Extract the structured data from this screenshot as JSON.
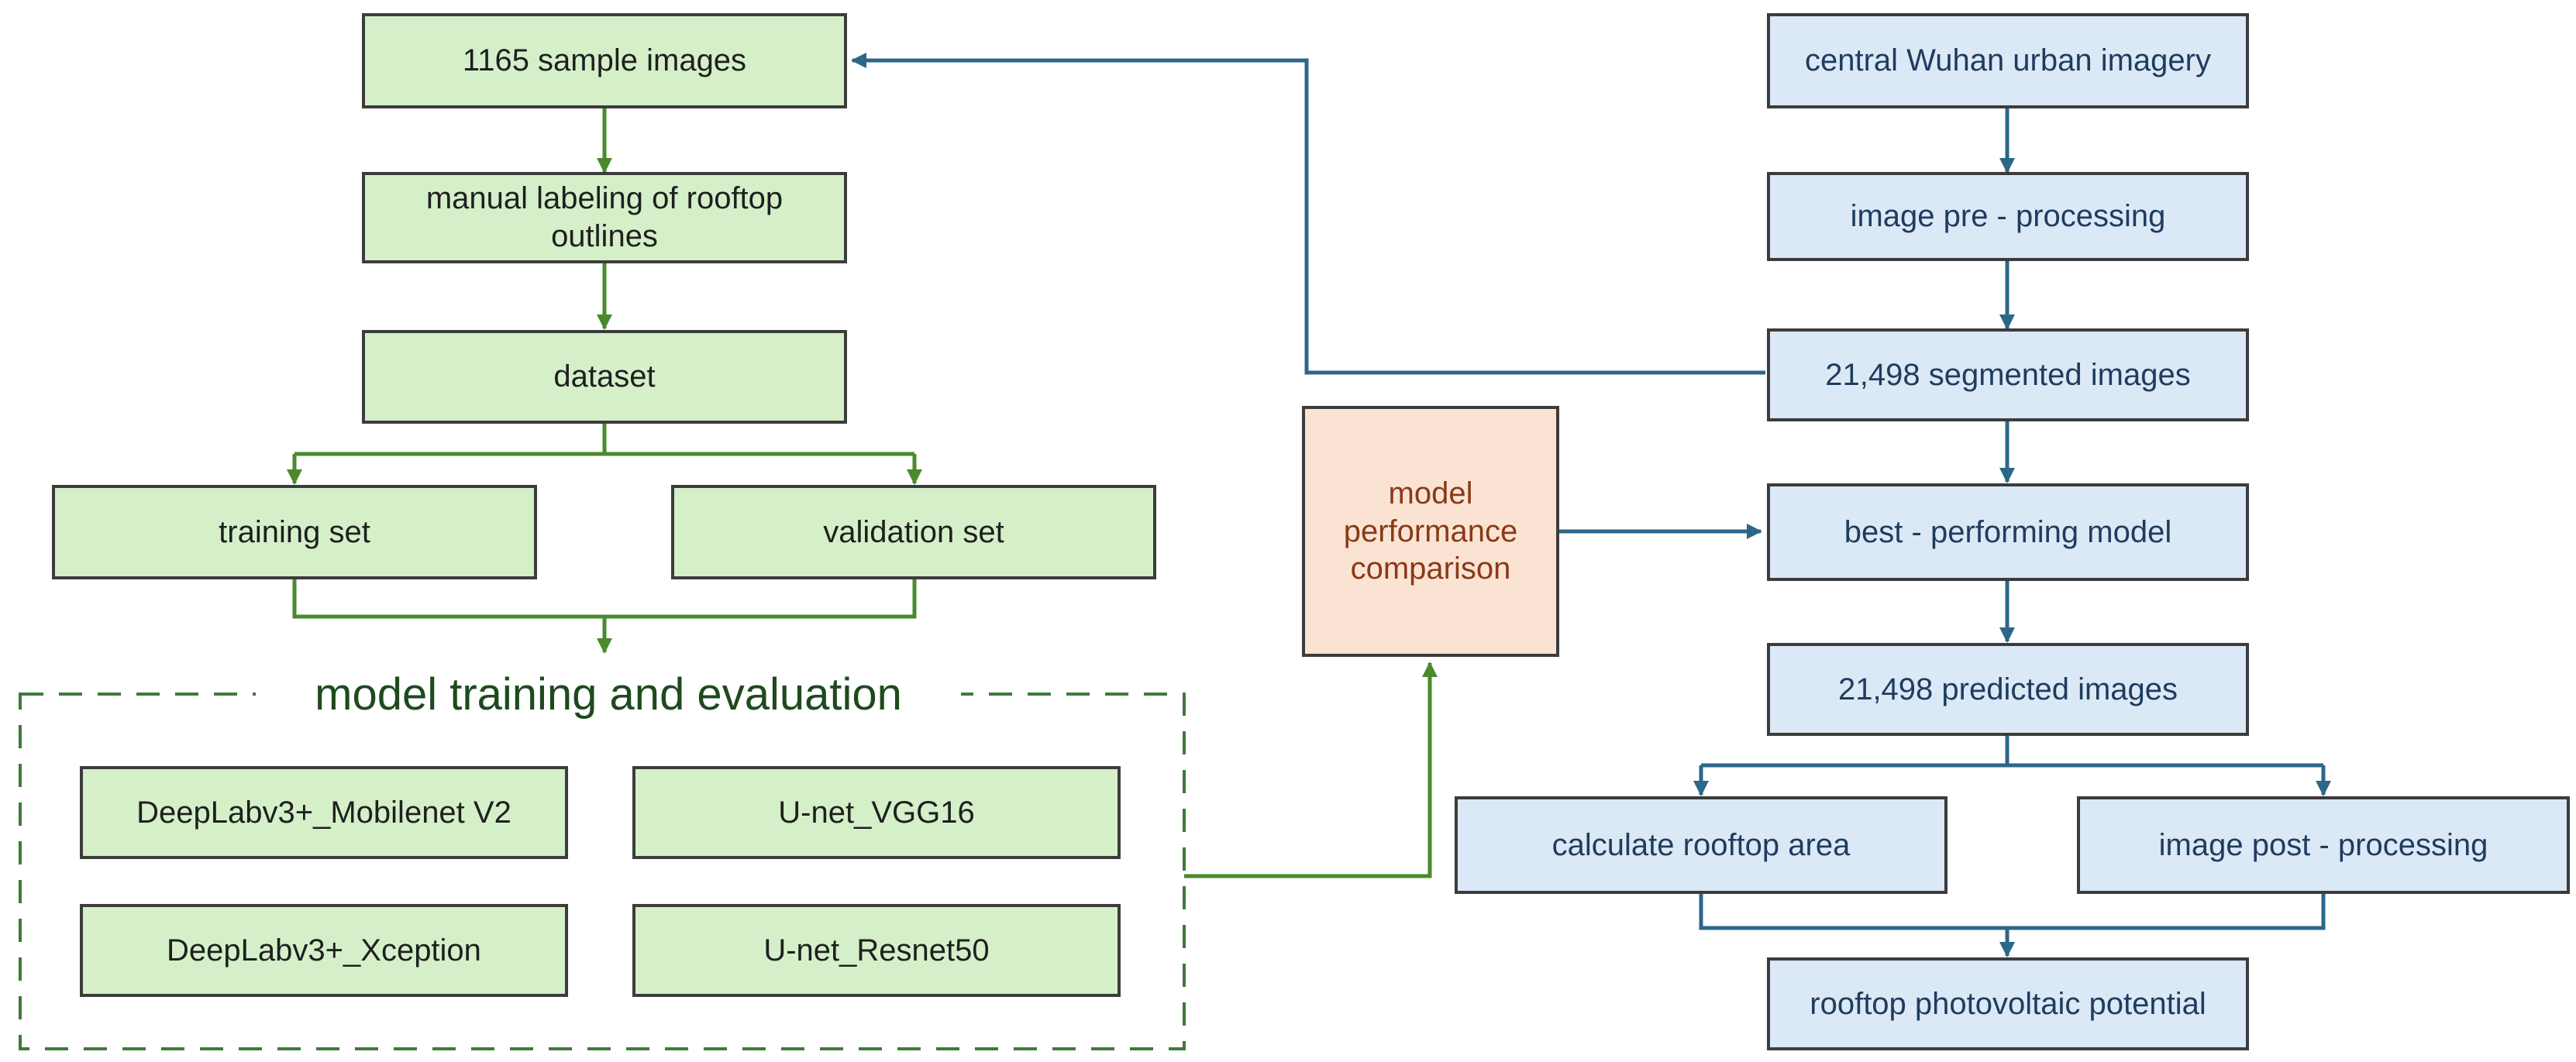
{
  "colors": {
    "green_fill": "#d5f0c9",
    "green_line": "#4a8a2c",
    "blue_fill": "#dbe8f6",
    "blue_line": "#2c6788",
    "orange_fill": "#fbe3d4",
    "dashed_group": "#3f7a3a"
  },
  "left_flow": {
    "sample_images": "1165 sample images",
    "manual_labeling": "manual labeling of rooftop outlines",
    "dataset": "dataset",
    "training_set": "training set",
    "validation_set": "validation set"
  },
  "model_group": {
    "title": "model training and evaluation",
    "models": [
      "DeepLabv3+_Mobilenet V2",
      "U-net_VGG16",
      "DeepLabv3+_Xception",
      "U-net_Resnet50"
    ]
  },
  "comparison": "model performance comparison",
  "right_flow": {
    "wuhan_imagery": "central Wuhan urban imagery",
    "pre_processing": "image pre - processing",
    "segmented": "21,498 segmented images",
    "best_model": "best - performing model",
    "predicted": "21,498 predicted images",
    "rooftop_area": "calculate rooftop area",
    "post_processing": "image post - processing",
    "pv_potential": "rooftop photovoltaic potential"
  }
}
